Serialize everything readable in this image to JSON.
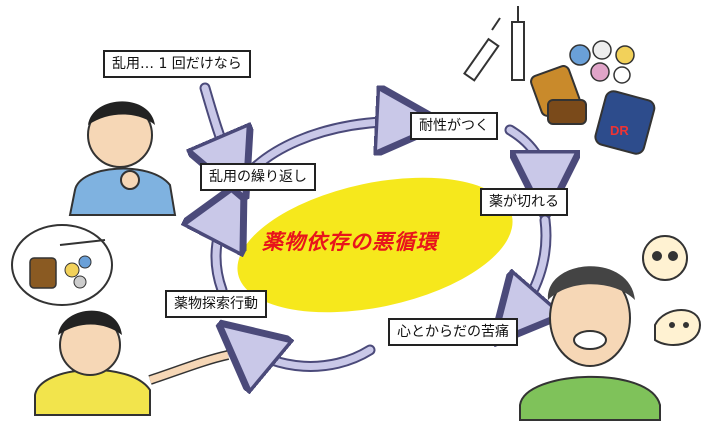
{
  "title": "薬物依存の悪循環",
  "steps": [
    "乱用… 1 回だけなら",
    "乱用の繰り返し",
    "耐性がつく",
    "薬が切れる",
    "心とからだの苦痛",
    "薬物探索行動"
  ],
  "colors": {
    "cycle_arrow": "#c9c8e8",
    "cycle_arrow_edge": "#4b4a7a",
    "center_ellipse": "#f6e81c",
    "title_text": "#e8151b"
  }
}
